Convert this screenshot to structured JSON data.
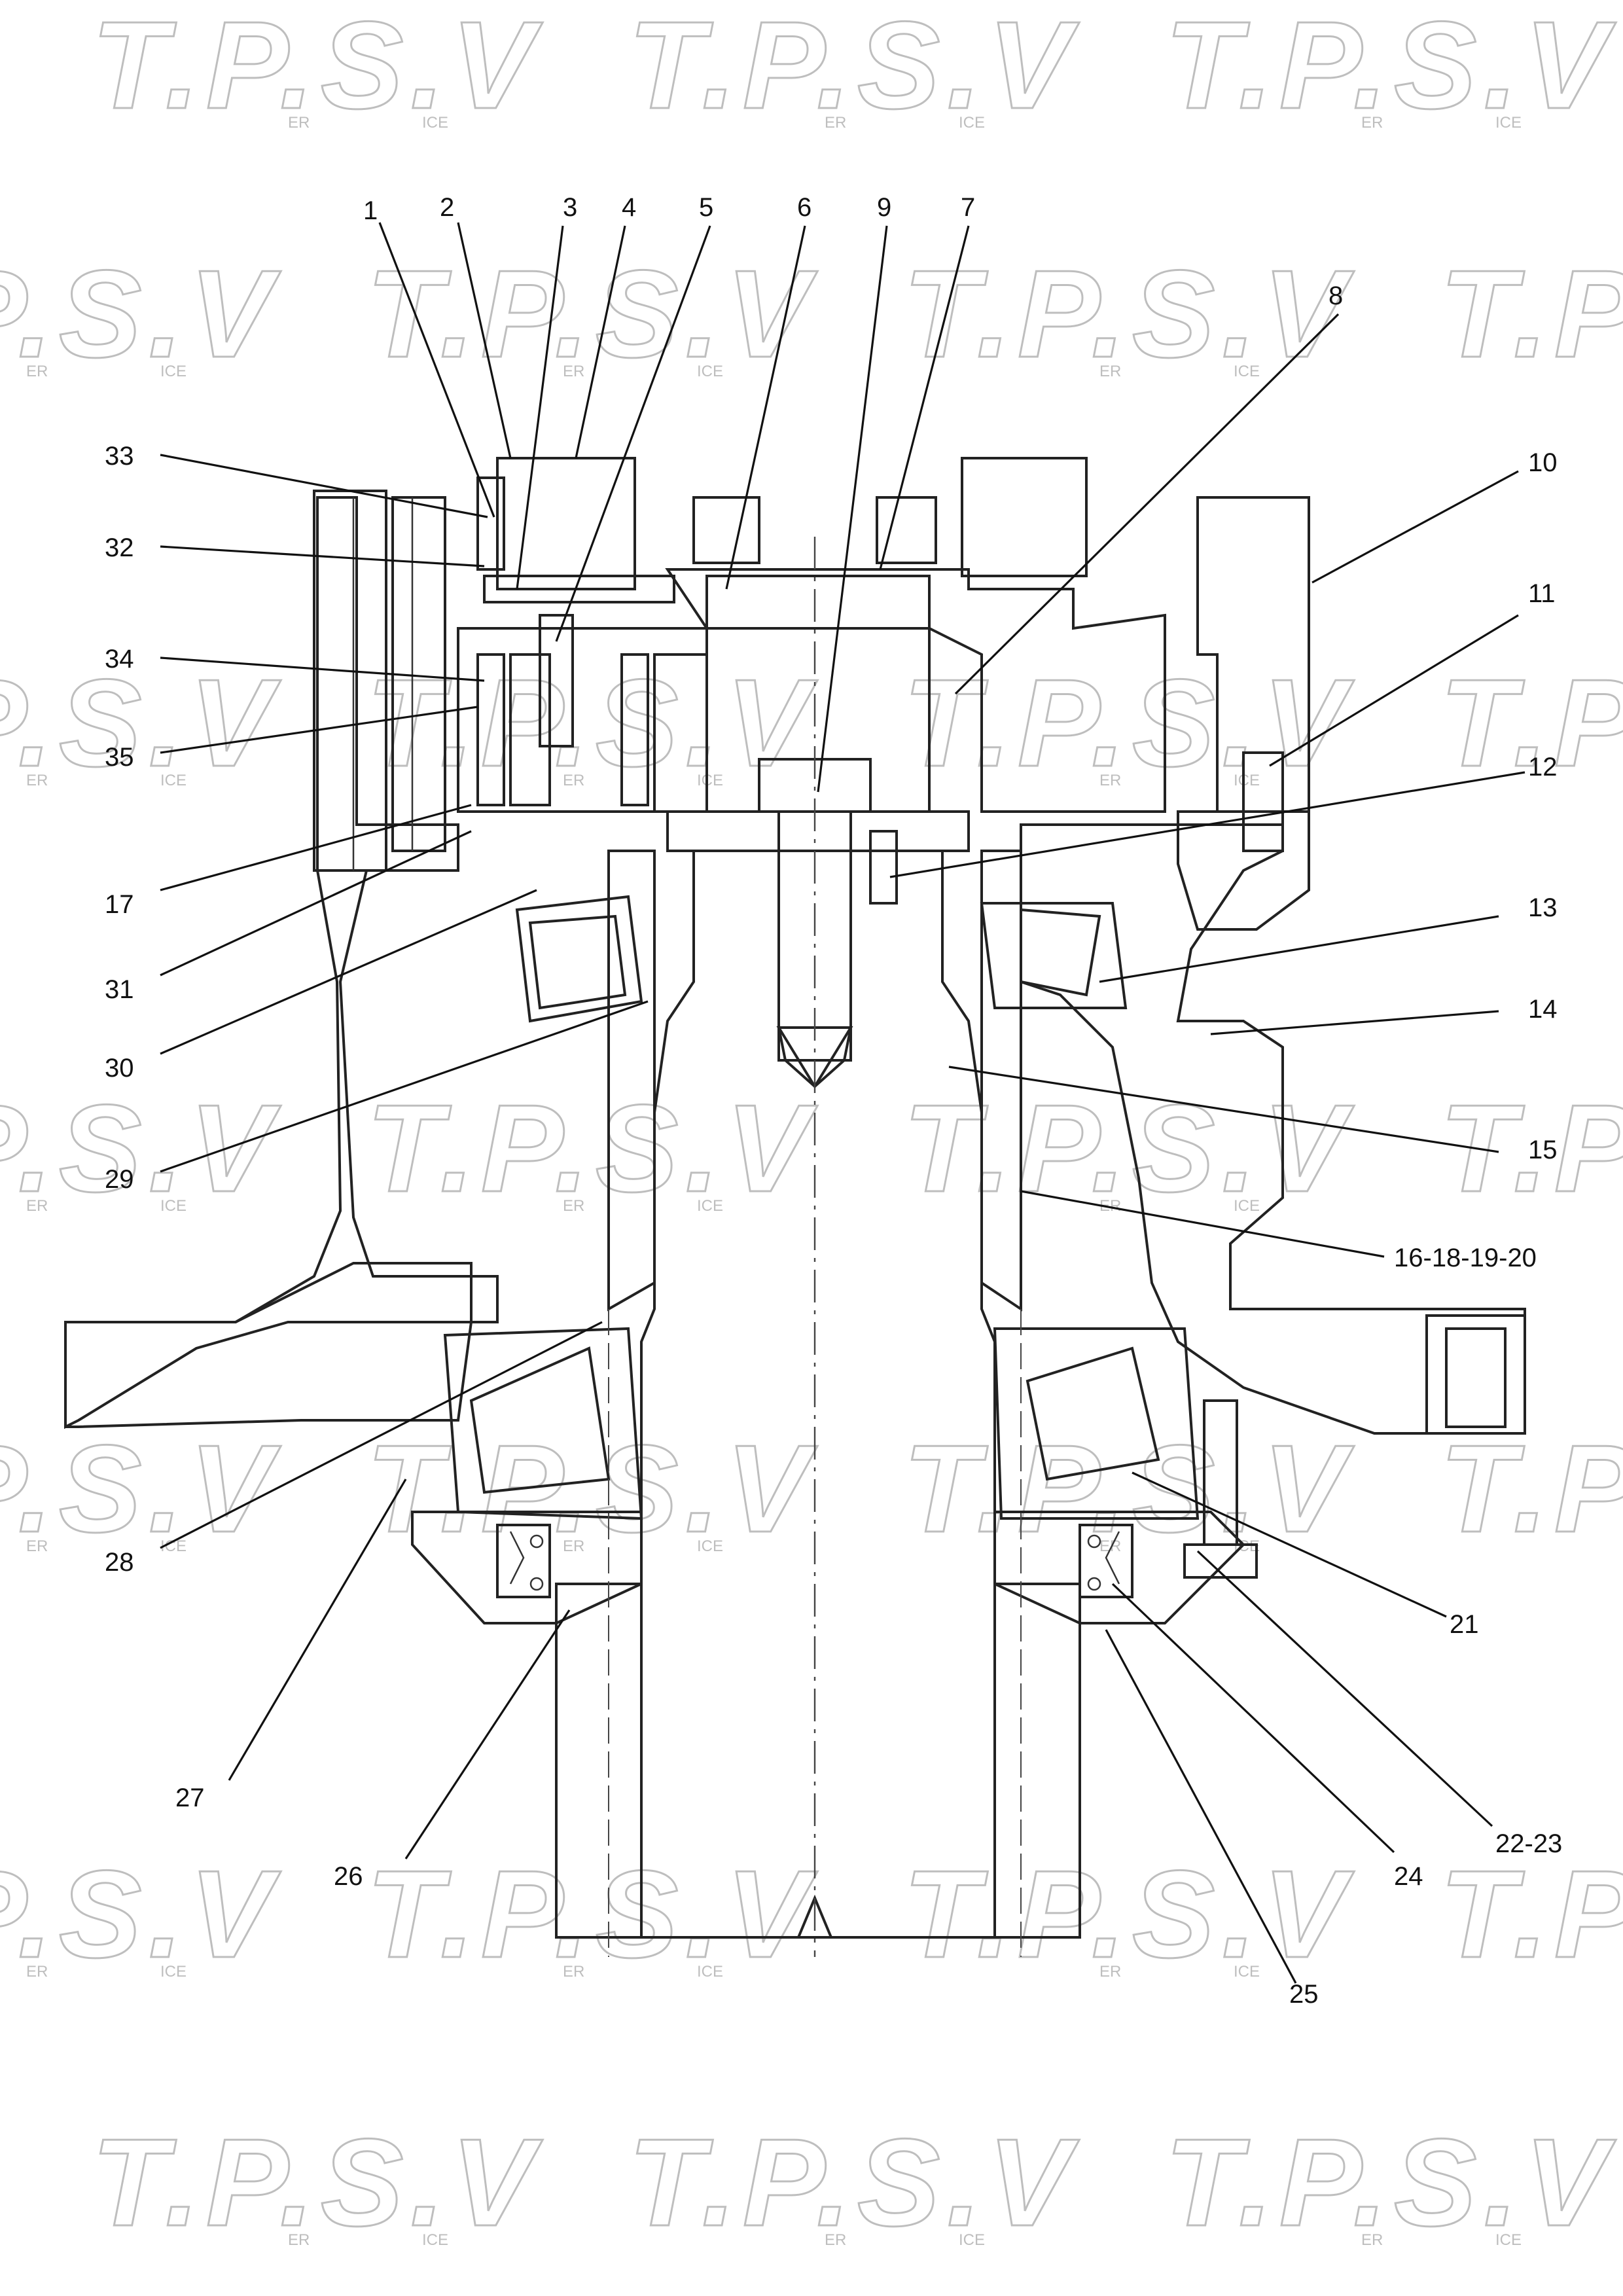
{
  "watermark": {
    "brand": "T.P.S.V",
    "sub_left": "ER",
    "sub_right": "ICE"
  },
  "callouts": [
    {
      "id": "c1",
      "label": "1"
    },
    {
      "id": "c2",
      "label": "2"
    },
    {
      "id": "c3",
      "label": "3"
    },
    {
      "id": "c4",
      "label": "4"
    },
    {
      "id": "c5",
      "label": "5"
    },
    {
      "id": "c6",
      "label": "6"
    },
    {
      "id": "c9",
      "label": "9"
    },
    {
      "id": "c7",
      "label": "7"
    },
    {
      "id": "c8",
      "label": "8"
    },
    {
      "id": "c10",
      "label": "10"
    },
    {
      "id": "c11",
      "label": "11"
    },
    {
      "id": "c12",
      "label": "12"
    },
    {
      "id": "c13",
      "label": "13"
    },
    {
      "id": "c14",
      "label": "14"
    },
    {
      "id": "c15",
      "label": "15"
    },
    {
      "id": "c16",
      "label": "16-18-19-20"
    },
    {
      "id": "c21",
      "label": "21"
    },
    {
      "id": "c22",
      "label": "22-23"
    },
    {
      "id": "c24",
      "label": "24"
    },
    {
      "id": "c25",
      "label": "25"
    },
    {
      "id": "c26",
      "label": "26"
    },
    {
      "id": "c27",
      "label": "27"
    },
    {
      "id": "c28",
      "label": "28"
    },
    {
      "id": "c29",
      "label": "29"
    },
    {
      "id": "c30",
      "label": "30"
    },
    {
      "id": "c31",
      "label": "31"
    },
    {
      "id": "c17",
      "label": "17"
    },
    {
      "id": "c35",
      "label": "35"
    },
    {
      "id": "c34",
      "label": "34"
    },
    {
      "id": "c32",
      "label": "32"
    },
    {
      "id": "c33",
      "label": "33"
    }
  ]
}
